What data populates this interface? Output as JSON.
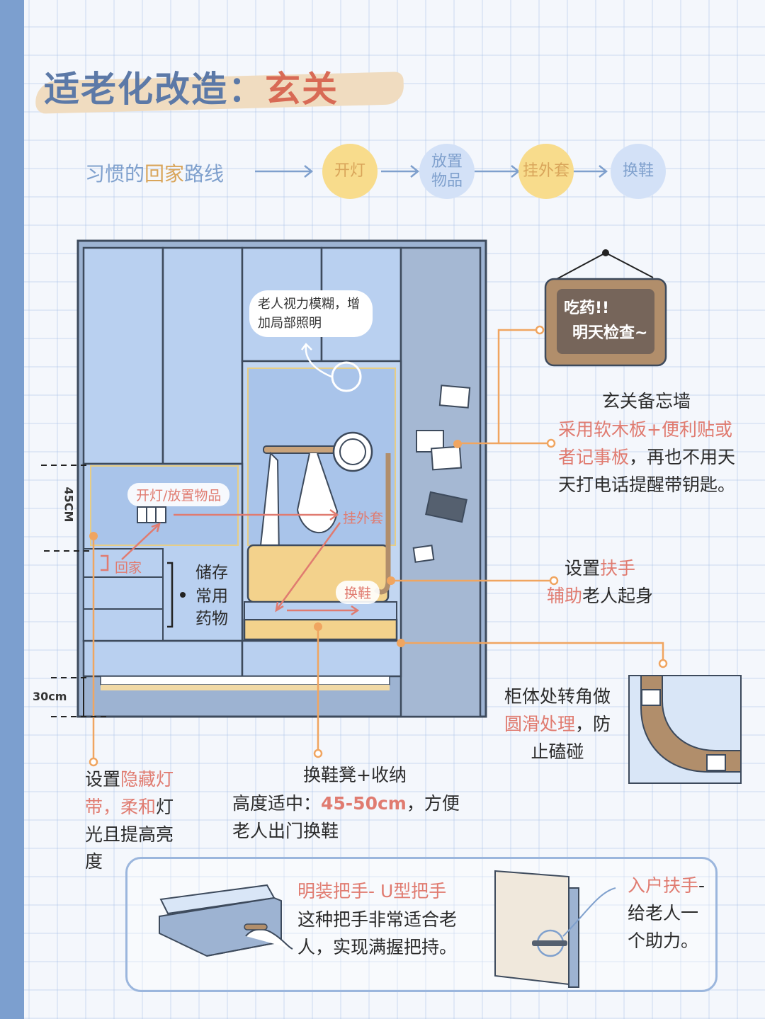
{
  "title": {
    "main": "适老化改造：",
    "accent": "玄关"
  },
  "route": {
    "label_blue_1": "习惯的",
    "label_orange": "回家",
    "label_blue_2": "路线",
    "steps": [
      "开灯",
      "放置\n物品",
      "挂外套",
      "换鞋"
    ]
  },
  "callouts": {
    "lighting_note": "老人视力模糊，增加局部照明",
    "sign": {
      "line1": "吃药!!",
      "line2": "明天检查~"
    },
    "memo_wall": {
      "title": "玄关备忘墙",
      "highlight": "采用软木板+便利贴或者记事板",
      "rest": "，再也不用天天打电话提醒带钥匙。"
    },
    "handrail": {
      "pre": "设置",
      "hl1": "扶手",
      "hl2": "辅助",
      "post": "老人起身"
    },
    "corner": {
      "pre": "柜体处转角做",
      "hl": "圆滑处理",
      "post": "，防止磕碰"
    },
    "hidden_light": {
      "pre": "设置",
      "hl1": "隐藏灯带",
      "mid": "，",
      "hl2": "柔和",
      "post": "灯光且提高亮度"
    },
    "bench": {
      "title": "换鞋凳+收纳",
      "pre": "高度适中：",
      "hl": "45-50cm",
      "post": "，方便老人出门换鞋"
    },
    "storage": [
      "储存",
      "常用",
      "药物"
    ],
    "flow_labels": {
      "light": "开灯/放置物品",
      "coat": "挂外套",
      "home": "回家",
      "shoe": "换鞋"
    },
    "dims": {
      "top": "45CM",
      "bottom": "30cm"
    }
  },
  "bottom": {
    "handle_title": "明装把手- U型把手",
    "handle_text": "这种把手非常适合老人，实现满握把持。",
    "entry_hl": "入户扶手",
    "entry_rest": "-给老人一个助力。"
  },
  "colors": {
    "accent_red": "#e07b70",
    "accent_orange": "#f0a560",
    "cabinet_blue": "#b9d0f0",
    "wall_blue": "#9db3d2",
    "wood": "#b18e6b"
  }
}
